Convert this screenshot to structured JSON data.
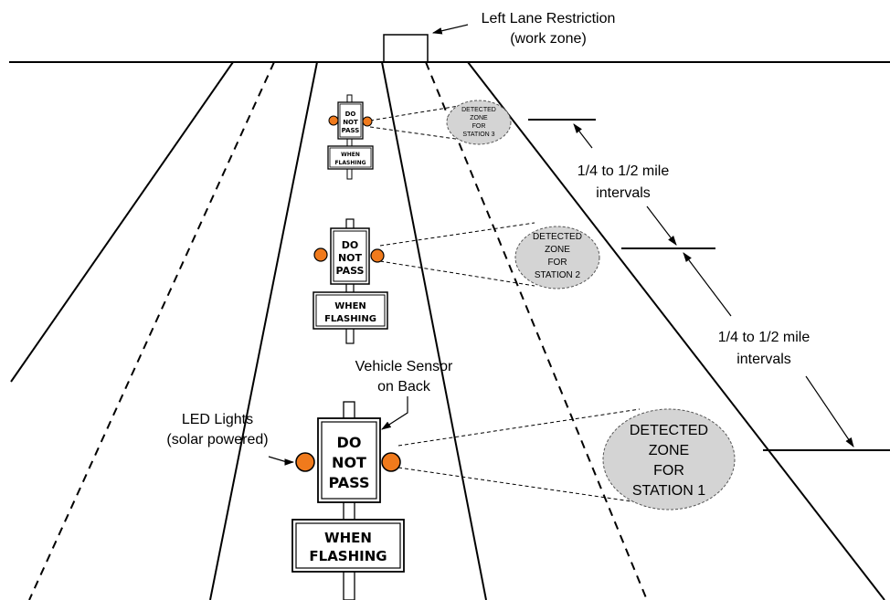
{
  "labels": {
    "left_lane_restriction": "Left Lane Restriction",
    "work_zone": "(work zone)",
    "interval_upper_line1": "1/4 to 1/2 mile",
    "interval_upper_line2": "intervals",
    "interval_lower_line1": "1/4 to 1/2 mile",
    "interval_lower_line2": "intervals",
    "vehicle_sensor_line1": "Vehicle Sensor",
    "vehicle_sensor_line2": "on Back",
    "led_lights_line1": "LED Lights",
    "led_lights_line2": "(solar powered)"
  },
  "sign_text": {
    "do": "DO",
    "not": "NOT",
    "pass": "PASS",
    "when": "WHEN",
    "flashing": "FLASHING"
  },
  "zones": {
    "station_1": [
      "DETECTED",
      "ZONE",
      "FOR",
      "STATION 1"
    ],
    "station_2": [
      "DETECTED",
      "ZONE",
      "FOR",
      "STATION 2"
    ],
    "station_3": [
      "DETECTED",
      "ZONE",
      "FOR",
      "STATION 3"
    ]
  },
  "colors": {
    "led": "#f07a1c",
    "zone_fill": "#d4d4d4",
    "line": "#000000"
  }
}
